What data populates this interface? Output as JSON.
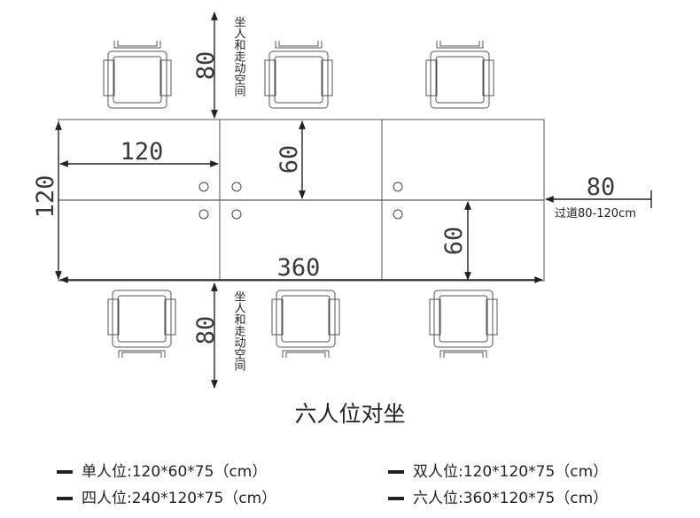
{
  "diagram": {
    "dimensions": {
      "width_label": "120",
      "side_label": "120",
      "half_depth_top": "60",
      "half_depth_bottom": "60",
      "length_label": "360",
      "clearance_top": "80",
      "clearance_bottom": "80",
      "aisle_width": "80"
    },
    "annotations": {
      "seating_space_top": "坐人和走动空间",
      "seating_space_bottom": "坐人和走动空间",
      "aisle": "过道80-120cm"
    }
  },
  "title": "六人位对坐",
  "specs": [
    {
      "text": "单人位:120*60*75（cm）"
    },
    {
      "text": "双人位:120*120*75（cm）"
    },
    {
      "text": "四人位:240*120*75（cm）"
    },
    {
      "text": "六人位:360*120*75（cm）"
    }
  ]
}
